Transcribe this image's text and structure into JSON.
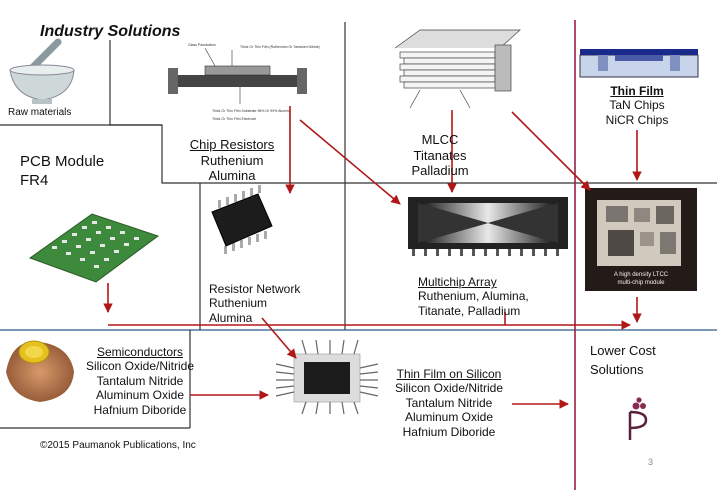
{
  "title": "Industry Solutions",
  "raw_materials": "Raw materials",
  "pcb_module": {
    "line1": "PCB Module",
    "line2": "FR4"
  },
  "chip_resistors": {
    "heading": "Chip Resistors",
    "items": [
      "Ruthenium",
      "Alumina"
    ]
  },
  "mlcc": {
    "heading": "MLCC",
    "items": [
      "Titanates",
      "Palladium"
    ]
  },
  "thin_film": {
    "heading": "Thin Film",
    "items": [
      "TaN Chips",
      "NiCR Chips"
    ]
  },
  "resistor_network": {
    "heading": "Resistor Network",
    "items": [
      "Ruthenium",
      "Alumina"
    ]
  },
  "multichip_array": {
    "heading": "Multichip Array",
    "items": [
      "Ruthenium, Alumina,",
      "Titanate, Palladium"
    ]
  },
  "semiconductors": {
    "heading": "Semiconductors",
    "items": [
      "Silicon Oxide/Nitride",
      "Tantalum Nitride",
      "Aluminum Oxide",
      "Hafnium Diboride"
    ]
  },
  "thin_film_on_silicon": {
    "heading": "Thin Film on Silicon",
    "items": [
      "Silicon Oxide/Nitride",
      "Tantalum Nitride",
      "Aluminum Oxide",
      "Hafnium Diboride"
    ]
  },
  "lower_cost": {
    "line1": "Lower Cost",
    "line2": "Solutions"
  },
  "ltcc_caption": {
    "line1": "A high density LTCC",
    "line2": "multi-chip module"
  },
  "chip_diagram_labels": [
    "Glass Passivation",
    "Thick Or Thin Film (Ruthenium Or Tantalum Nitride)",
    "Thick Or Thin Film Substrate 96% Or 99% Alumina",
    "Thick Or Thin Film Electrode"
  ],
  "copyright": "©2015 Paumanok Publications, Inc",
  "page_number": "3",
  "colors": {
    "arrow": "#b01818",
    "divider": "#333333",
    "accent_line": "#9a2040",
    "blue_line": "#2a5a86"
  }
}
